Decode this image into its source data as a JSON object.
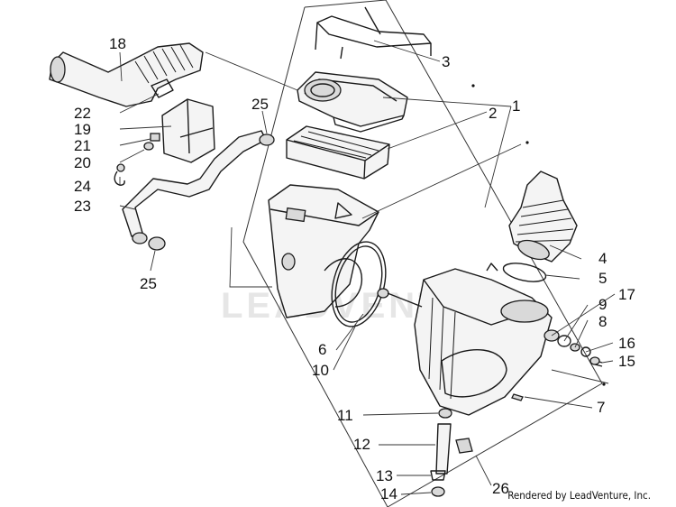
{
  "watermark": "LEADVENTURE",
  "credit": "Rendered by LeadVenture, Inc.",
  "callouts": {
    "c1": "1",
    "c2": "2",
    "c3": "3",
    "c4": "4",
    "c5": "5",
    "c6": "6",
    "c7": "7",
    "c8": "8",
    "c9": "9",
    "c10": "10",
    "c11": "11",
    "c12": "12",
    "c13": "13",
    "c14": "14",
    "c15": "15",
    "c16": "16",
    "c17": "17",
    "c18": "18",
    "c19": "19",
    "c20": "20",
    "c21": "21",
    "c22": "22",
    "c23": "23",
    "c24": "24",
    "c25a": "25",
    "c25b": "25",
    "c26": "26"
  }
}
